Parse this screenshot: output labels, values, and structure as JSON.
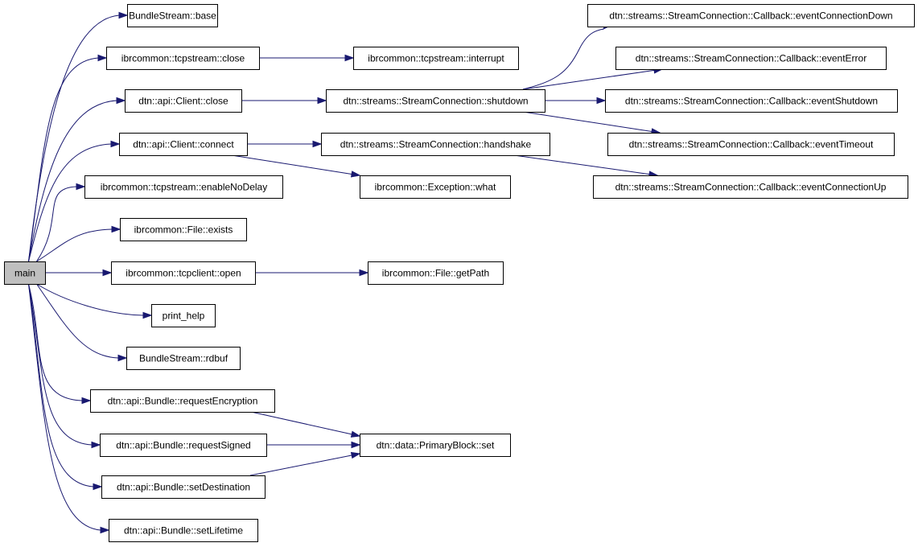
{
  "graph": {
    "nodes": [
      {
        "id": "main",
        "label": "main",
        "highlight": true
      },
      {
        "id": "bs_base",
        "label": "BundleStream::base"
      },
      {
        "id": "tcp_close",
        "label": "ibrcommon::tcpstream::close"
      },
      {
        "id": "client_close",
        "label": "dtn::api::Client::close"
      },
      {
        "id": "client_connect",
        "label": "dtn::api::Client::connect"
      },
      {
        "id": "enable_nodelay",
        "label": "ibrcommon::tcpstream::enableNoDelay"
      },
      {
        "id": "file_exists",
        "label": "ibrcommon::File::exists"
      },
      {
        "id": "tcpclient_open",
        "label": "ibrcommon::tcpclient::open"
      },
      {
        "id": "print_help",
        "label": "print_help"
      },
      {
        "id": "bs_rdbuf",
        "label": "BundleStream::rdbuf"
      },
      {
        "id": "req_encrypt",
        "label": "dtn::api::Bundle::requestEncryption"
      },
      {
        "id": "req_signed",
        "label": "dtn::api::Bundle::requestSigned"
      },
      {
        "id": "set_dest",
        "label": "dtn::api::Bundle::setDestination"
      },
      {
        "id": "set_life",
        "label": "dtn::api::Bundle::setLifetime"
      },
      {
        "id": "tcp_interrupt",
        "label": "ibrcommon::tcpstream::interrupt"
      },
      {
        "id": "sc_shutdown",
        "label": "dtn::streams::StreamConnection::shutdown"
      },
      {
        "id": "sc_handshake",
        "label": "dtn::streams::StreamConnection::handshake"
      },
      {
        "id": "exc_what",
        "label": "ibrcommon::Exception::what"
      },
      {
        "id": "file_getpath",
        "label": "ibrcommon::File::getPath"
      },
      {
        "id": "pb_set",
        "label": "dtn::data::PrimaryBlock::set"
      },
      {
        "id": "cb_down",
        "label": "dtn::streams::StreamConnection::Callback::eventConnectionDown"
      },
      {
        "id": "cb_error",
        "label": "dtn::streams::StreamConnection::Callback::eventError"
      },
      {
        "id": "cb_shutdown",
        "label": "dtn::streams::StreamConnection::Callback::eventShutdown"
      },
      {
        "id": "cb_timeout",
        "label": "dtn::streams::StreamConnection::Callback::eventTimeout"
      },
      {
        "id": "cb_up",
        "label": "dtn::streams::StreamConnection::Callback::eventConnectionUp"
      }
    ],
    "edges": [
      {
        "from": "main",
        "to": "bs_base"
      },
      {
        "from": "main",
        "to": "tcp_close"
      },
      {
        "from": "main",
        "to": "client_close"
      },
      {
        "from": "main",
        "to": "client_connect"
      },
      {
        "from": "main",
        "to": "enable_nodelay"
      },
      {
        "from": "main",
        "to": "file_exists"
      },
      {
        "from": "main",
        "to": "tcpclient_open"
      },
      {
        "from": "main",
        "to": "print_help"
      },
      {
        "from": "main",
        "to": "bs_rdbuf"
      },
      {
        "from": "main",
        "to": "req_encrypt"
      },
      {
        "from": "main",
        "to": "req_signed"
      },
      {
        "from": "main",
        "to": "set_dest"
      },
      {
        "from": "main",
        "to": "set_life"
      },
      {
        "from": "tcp_close",
        "to": "tcp_interrupt"
      },
      {
        "from": "client_close",
        "to": "sc_shutdown"
      },
      {
        "from": "client_connect",
        "to": "sc_handshake"
      },
      {
        "from": "client_connect",
        "to": "exc_what"
      },
      {
        "from": "tcpclient_open",
        "to": "file_getpath"
      },
      {
        "from": "req_encrypt",
        "to": "pb_set"
      },
      {
        "from": "req_signed",
        "to": "pb_set"
      },
      {
        "from": "set_dest",
        "to": "pb_set"
      },
      {
        "from": "sc_shutdown",
        "to": "cb_down"
      },
      {
        "from": "sc_shutdown",
        "to": "cb_error"
      },
      {
        "from": "sc_shutdown",
        "to": "cb_shutdown"
      },
      {
        "from": "sc_shutdown",
        "to": "cb_timeout"
      },
      {
        "from": "sc_handshake",
        "to": "cb_up"
      }
    ],
    "colors": {
      "edge": "#191970",
      "root_fill": "#bfbfbf",
      "node_fill": "#ffffff",
      "border": "#000000"
    }
  }
}
